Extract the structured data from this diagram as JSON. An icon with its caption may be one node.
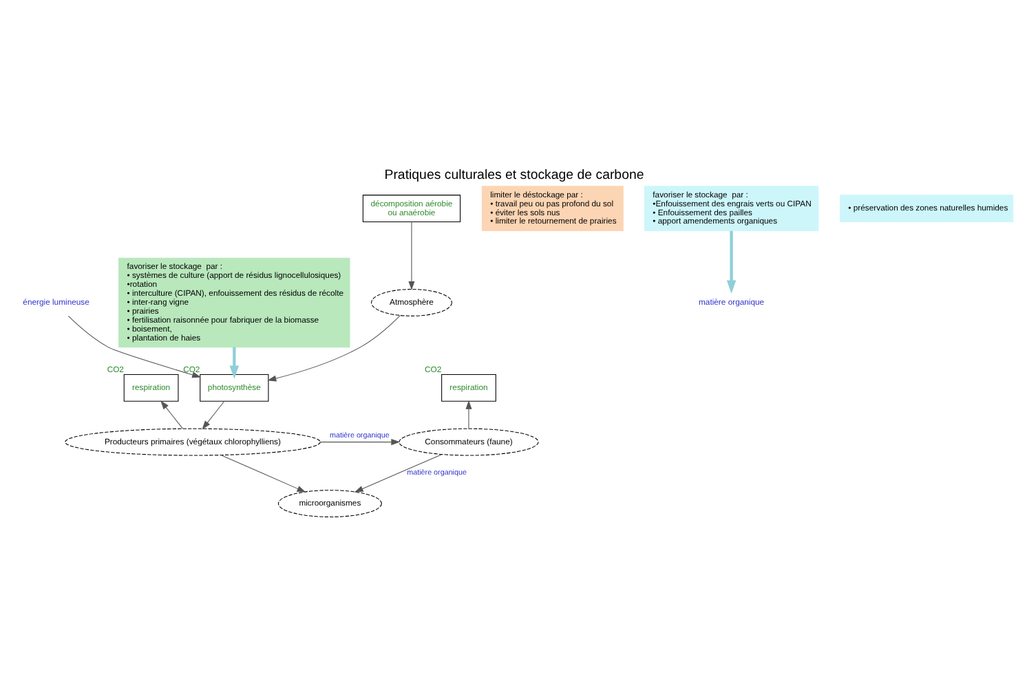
{
  "diagram": {
    "title": "Pratiques culturales et stockage de carbone",
    "nodes": [
      {
        "text": [
          "Atmosphère"
        ]
      },
      {
        "text": [
          "Consommateurs (faune)"
        ]
      },
      {
        "text": [
          "Producteurs primaires (végétaux chlorophylliens)"
        ]
      },
      {
        "text": [
          "microorganismes"
        ]
      },
      {
        "text": [
          "décomposition aérobie",
          "ou anaérobie"
        ]
      },
      {
        "text": [
          "respiration"
        ],
        "beside": [
          "CO2"
        ]
      },
      {
        "text": [
          "respiration"
        ],
        "beside": [
          "CO2"
        ]
      },
      {
        "text": [
          "photosynthèse"
        ],
        "beside": [
          "CO2"
        ]
      },
      {
        "text": [
          "énergie lumineuse"
        ]
      },
      {
        "text": [
          "favoriser le stockage  par :",
          "• systèmes de culture (apport de résidus lignocellulosiques)",
          "•rotation",
          "• interculture (CIPAN), enfouissement des résidus de récolte",
          "• inter-rang vigne",
          "• prairies",
          "• fertilisation raisonnée pour fabriquer de la biomasse",
          "• boisement,",
          "• plantation de haies"
        ]
      },
      {
        "text": [
          "limiter le déstockage par :",
          "• travail peu ou pas profond du sol",
          "• éviter les sols nus",
          "• limiter le retournement de prairies"
        ]
      },
      {
        "text": [
          "favoriser le stockage  par :",
          "•Enfouissement des engrais verts ou CIPAN",
          "• Enfouissement des pailles",
          "• apport amendements organiques"
        ]
      },
      {
        "text": [
          "• préservation des zones naturelles humides"
        ]
      },
      {
        "text": [
          "matière organique"
        ]
      }
    ],
    "edges": [
      {
        "from": 1,
        "to": 6,
        "arrow": "to"
      },
      {
        "from": 2,
        "to": 5,
        "arrow": "to"
      },
      {
        "from": 0,
        "to": 7,
        "arrow": "to"
      },
      {
        "from": 7,
        "to": 2,
        "arrow": "to"
      },
      {
        "from": 8,
        "to": 7,
        "arrow": "to"
      },
      {
        "from": 2,
        "to": 1,
        "label": "matière organique",
        "arrow": "to"
      },
      {
        "from": 1,
        "to": 3,
        "label": "matière organique",
        "arrow": "to"
      },
      {
        "from": 2,
        "to": 3,
        "arrow": "to"
      },
      {
        "from": 4,
        "to": 0,
        "arrow": "to"
      },
      {
        "from": 9,
        "to": 7,
        "arrow": "to",
        "style": "thick",
        "color": "#8ecfd8"
      },
      {
        "from": 11,
        "to": 13,
        "arrow": "to",
        "style": "thick",
        "color": "#8ecfd8"
      }
    ]
  }
}
